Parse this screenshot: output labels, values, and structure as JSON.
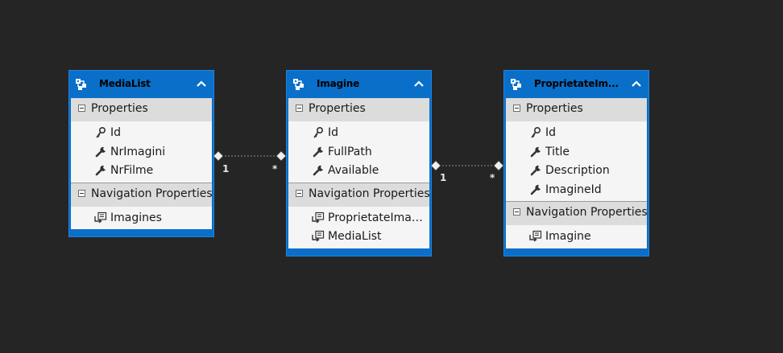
{
  "entities": [
    {
      "title": "MediaList",
      "properties_header": "Properties",
      "properties": [
        {
          "label": "Id",
          "icon": "key-icon"
        },
        {
          "label": "NrImagini",
          "icon": "wrench-icon"
        },
        {
          "label": "NrFilme",
          "icon": "wrench-icon"
        }
      ],
      "navigation_header": "Navigation Properties",
      "navigation": [
        {
          "label": "Imagines",
          "icon": "navigation-property-icon"
        }
      ]
    },
    {
      "title": "Imagine",
      "properties_header": "Properties",
      "properties": [
        {
          "label": "Id",
          "icon": "key-icon"
        },
        {
          "label": "FullPath",
          "icon": "wrench-icon"
        },
        {
          "label": "Available",
          "icon": "wrench-icon"
        }
      ],
      "navigation_header": "Navigation Properties",
      "navigation": [
        {
          "label": "ProprietateImag...",
          "icon": "navigation-property-icon"
        },
        {
          "label": "MediaList",
          "icon": "navigation-property-icon"
        }
      ]
    },
    {
      "title": "ProprietateIm...",
      "properties_header": "Properties",
      "properties": [
        {
          "label": "Id",
          "icon": "key-icon"
        },
        {
          "label": "Title",
          "icon": "wrench-icon"
        },
        {
          "label": "Description",
          "icon": "wrench-icon"
        },
        {
          "label": "ImagineId",
          "icon": "wrench-icon"
        }
      ],
      "navigation_header": "Navigation Properties",
      "navigation": [
        {
          "label": "Imagine",
          "icon": "navigation-property-icon"
        }
      ]
    }
  ],
  "associations": [
    {
      "from": "MediaList",
      "to": "Imagine",
      "from_multiplicity": "1",
      "to_multiplicity": "*"
    },
    {
      "from": "Imagine",
      "to": "ProprietateIm...",
      "from_multiplicity": "1",
      "to_multiplicity": "*"
    }
  ],
  "colors": {
    "canvas": "#252526",
    "entity_header": "#0a6fc9",
    "section_header": "#dcdcdc",
    "row_background": "#f5f5f5",
    "connector": "#8a8a8a"
  }
}
